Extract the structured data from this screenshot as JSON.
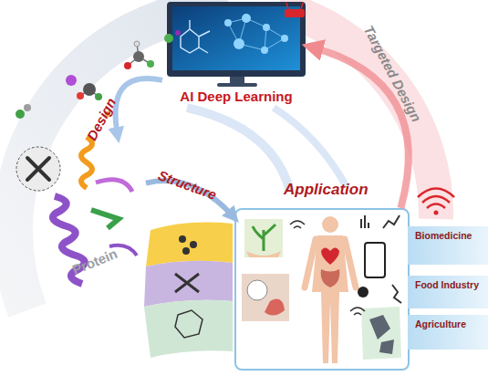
{
  "diagram": {
    "nodes": [
      {
        "text": [
          "AI Deep Learning"
        ]
      },
      {
        "text": [
          "Protein"
        ]
      },
      {
        "text": [
          "Application"
        ]
      },
      {
        "text": [
          "Biomedicine"
        ]
      },
      {
        "text": [
          "Food Industry"
        ]
      },
      {
        "text": [
          "Agriculture"
        ]
      }
    ],
    "edges": [
      {
        "from": 0,
        "to": 1,
        "label": "Design",
        "arrow": "to"
      },
      {
        "from": 1,
        "to": 2,
        "label": "Structure",
        "arrow": "to"
      },
      {
        "from": 2,
        "to": 0,
        "label": "Targeted Design",
        "arrow": "to"
      }
    ]
  }
}
